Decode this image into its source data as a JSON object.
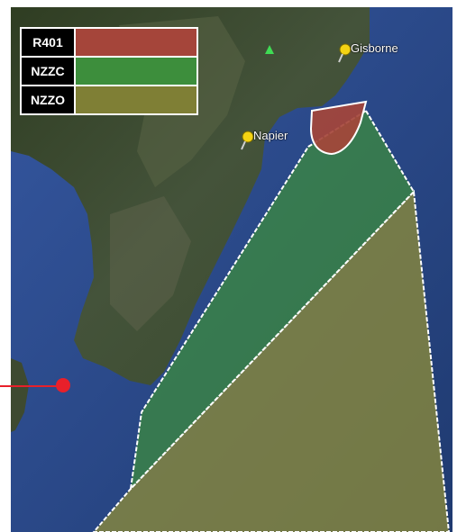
{
  "legend": {
    "items": [
      {
        "label": "R401",
        "color": "#a5453a"
      },
      {
        "label": "NZZC",
        "color": "#3d8e3c"
      },
      {
        "label": "NZZO",
        "color": "#7f7f35"
      }
    ]
  },
  "places": {
    "gisborne": "Gisborne",
    "napier": "Napier"
  },
  "icons": {
    "pin": "yellow-pushpin-icon",
    "tree": "green-tree-marker-icon",
    "marker": "red-location-marker"
  },
  "colors": {
    "ocean": "#26457d",
    "land": "#3b4a2c",
    "boundary": "#ffffff"
  }
}
